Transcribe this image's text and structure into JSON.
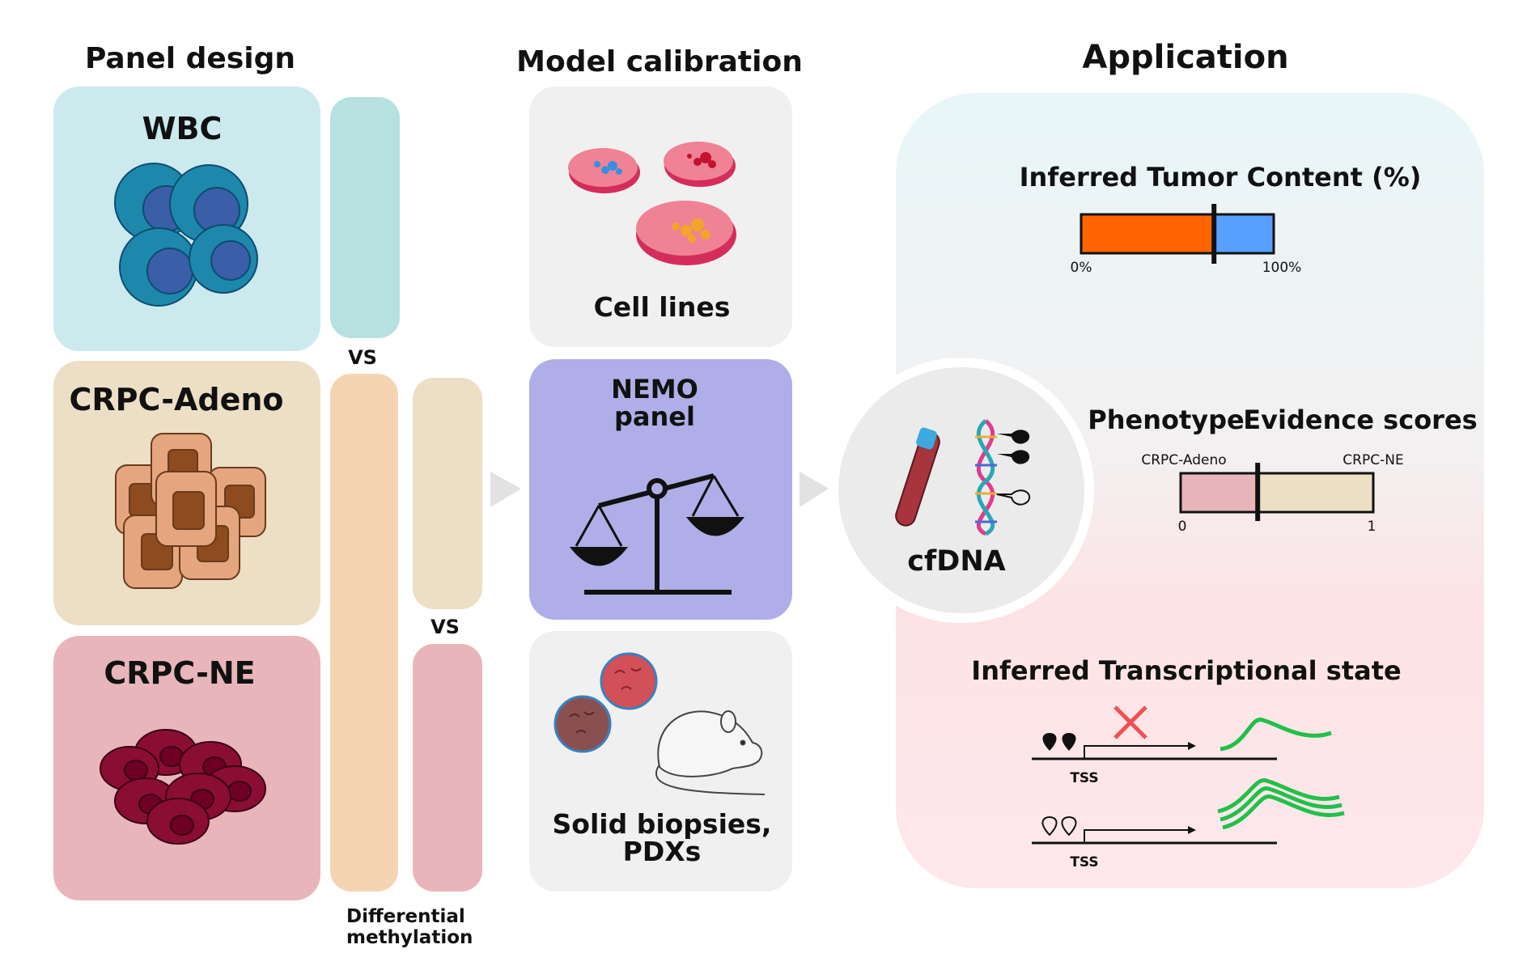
{
  "sections": {
    "panel_design": "Panel design",
    "model_calibration": "Model calibration",
    "application": "Application"
  },
  "panel": {
    "wbc": "WBC",
    "adeno": "CRPC-Adeno",
    "ne": "CRPC-NE",
    "vs1": "VS",
    "vs2": "VS",
    "diff_line1": "Differential",
    "diff_line2": "methylation"
  },
  "calibration": {
    "cell_lines": "Cell lines",
    "nemo_line1": "NEMO",
    "nemo_line2": "panel",
    "biopsies_line1": "Solid biopsies,",
    "biopsies_line2": "PDXs"
  },
  "application": {
    "cfdna": "cfDNA",
    "tumor_title": "Inferred Tumor Content (%)",
    "tumor_min": "0%",
    "tumor_max": "100%",
    "tumor_fraction": 0.69,
    "phenotype_title_a": "Phenotype",
    "phenotype_title_b": "Evidence scores",
    "phenotype_left": "CRPC-Adeno",
    "phenotype_right": "CRPC-NE",
    "phenotype_min": "0",
    "phenotype_max": "1",
    "phenotype_score": 0.4,
    "transcription_title": "Inferred Transcriptional state",
    "tss1": "TSS",
    "tss2": "TSS"
  },
  "colors": {
    "wbc_bg": "#cce9ee",
    "adeno_bg": "#ecdfc6",
    "ne_bg": "#e8b5bb",
    "nemo_bg": "#b0aee8",
    "tumor": "#ff6400",
    "normal": "#58a0ff",
    "expression": "#22c04a"
  }
}
